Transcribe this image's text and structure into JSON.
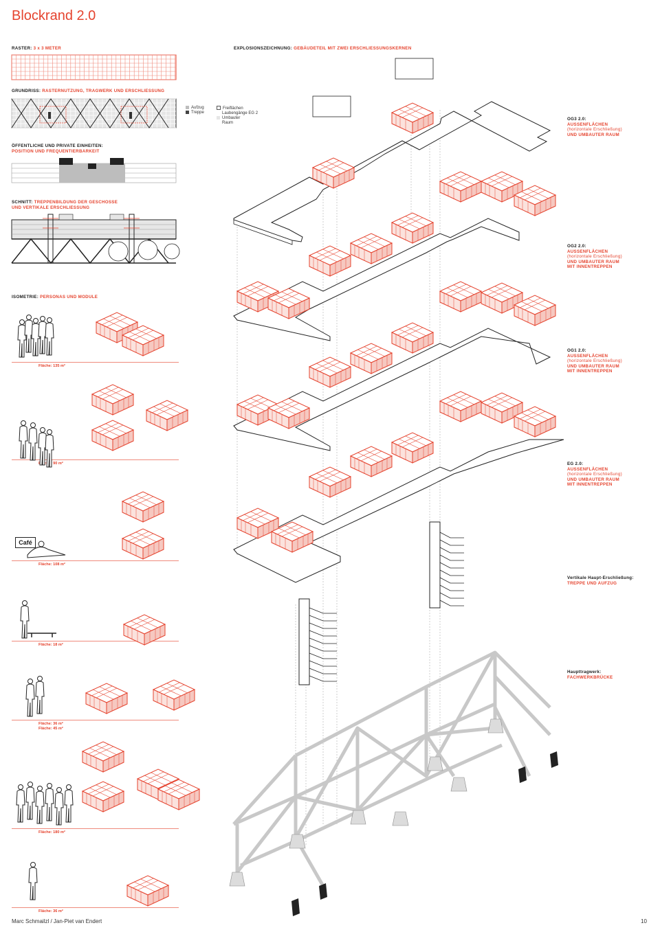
{
  "title": "Blockrand 2.0",
  "raster": {
    "label": "RASTER:",
    "value": "3 x 3 METER"
  },
  "grundriss": {
    "label": "GRUNDRISS:",
    "value": "RASTERNUTZUNG, TRAGWERK UND ERSCHLIESSUNG"
  },
  "legend_left": [
    "Aufzug",
    "Treppe"
  ],
  "legend_right": [
    "Freiflächen",
    "Laubengänge EG 2",
    "Umbauter",
    "Raum"
  ],
  "einheiten": {
    "label": "ÖFFENTLICHE UND PRIVATE EINHEITEN:",
    "value": "POSITION UND FREQUENTIERBARKEIT"
  },
  "schnitt": {
    "label": "SCHNITT:",
    "value1": "TREPPENBILDUNG DER GESCHOSSE",
    "value2": "UND VERTIKALE ERSCHLIESSUNG"
  },
  "isometrie": {
    "label": "ISOMETRIE:",
    "value": "PERSONAS UND MODULE"
  },
  "areas": [
    "Fläche: 135 m²",
    "Fläche: 90 m²",
    "Fläche: 108 m²",
    "Fläche: 18 m²",
    "Fläche: 36 m²",
    "Fläche: 45 m²",
    "Fläche: 180 m²",
    "Fläche: 36 m²"
  ],
  "cafe": "Café",
  "explosion": {
    "label": "EXPLOSIONSZEICHNUNG:",
    "value": "GEBÄUDETEIL MIT ZWEI ERSCHLIESSUNGSKERNEN"
  },
  "og3": {
    "name": "OG3 2.0:",
    "l1": "AUSSENFLÄCHEN",
    "l2": "(horizontale Erschließung)",
    "l3": "UND UMBAUTER RAUM"
  },
  "og2": {
    "name": "OG2 2.0:",
    "l1": "AUSSENFLÄCHEN",
    "l2": "(horizontale Erschließung)",
    "l3": "UND UMBAUTER RAUM",
    "l4": "MIT INNENTREPPEN"
  },
  "og1": {
    "name": "OG1 2.0:",
    "l1": "AUSSENFLÄCHEN",
    "l2": "(horizontale Erschließung)",
    "l3": "UND UMBAUTER RAUM",
    "l4": "MIT INNENTREPPEN"
  },
  "eg": {
    "name": "EG 2.0:",
    "l1": "AUSSENFLÄCHEN",
    "l2": "(horizontale Erschließung)",
    "l3": "UND UMBAUTER RAUM",
    "l4": "MIT INNENTREPPEN"
  },
  "vertikal": {
    "name": "Vertikale Haupt-Erschließung:",
    "value": "TREPPE UND AUFZUG"
  },
  "tragwerk": {
    "name": "Haupttragwerk:",
    "value": "FACHWERKBRÜCKE"
  },
  "footer": {
    "authors": "Marc Schmailzl / Jan-Piet van Endert",
    "page": "10"
  },
  "colors": {
    "accent": "#e5432e",
    "line": "#1a1a1a",
    "grey": "#cfcfcf"
  }
}
